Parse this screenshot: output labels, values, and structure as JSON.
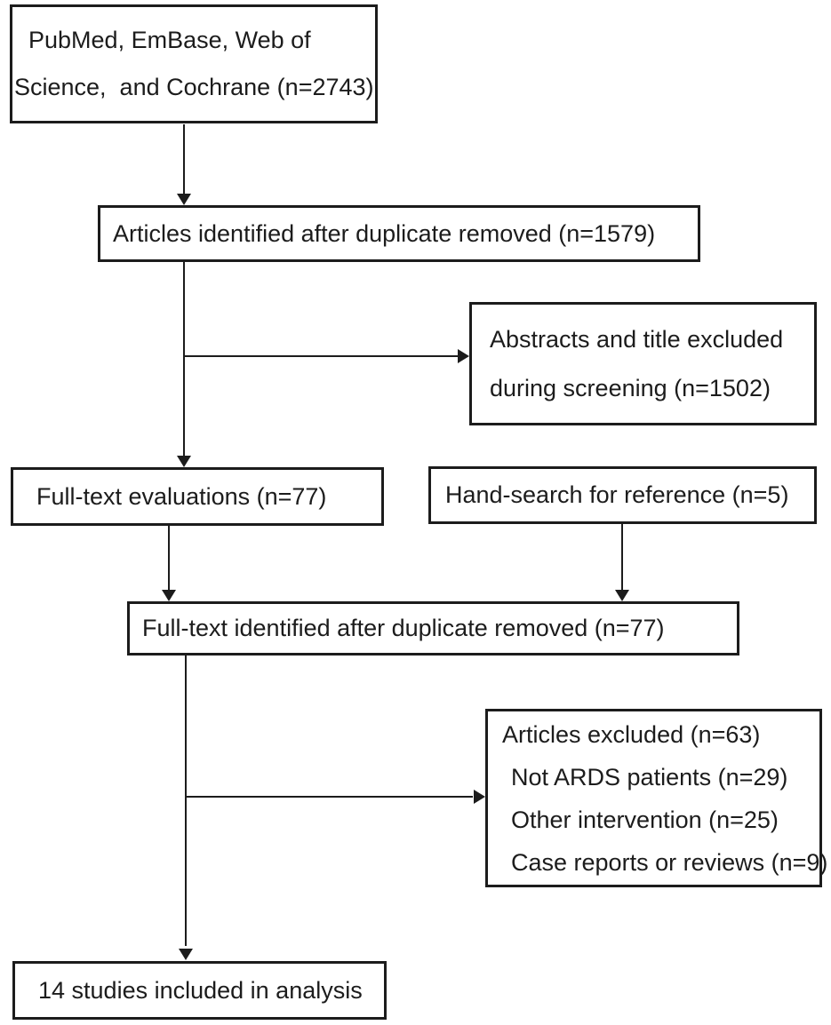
{
  "figure": {
    "type": "flowchart",
    "background_color": "#ffffff",
    "line_color": "#1c1c1c",
    "boxes": {
      "sources": {
        "lines": [
          "PubMed, EmBase, Web of",
          "Science,  and Cochrane (n=2743)"
        ]
      },
      "deduplicated": {
        "text": "Articles identified after duplicate removed (n=1579)"
      },
      "abstracts_excluded": {
        "lines": [
          "Abstracts and title excluded",
          "during screening (n=1502)"
        ]
      },
      "fulltext_evaluations": {
        "text": "Full-text evaluations (n=77)"
      },
      "hand_search": {
        "text": "Hand-search for reference (n=5)"
      },
      "fulltext_identified": {
        "text": "Full-text identified after duplicate removed (n=77)"
      },
      "articles_excluded": {
        "lines": [
          "Articles excluded (n=63)",
          "Not ARDS patients (n=29)",
          "Other intervention (n=25)",
          "Case reports or reviews (n=9)"
        ]
      },
      "included": {
        "text": "14 studies included in analysis"
      }
    },
    "counts": {
      "records_identified": 2743,
      "after_duplicates_removed": 1579,
      "excluded_during_screening": 1502,
      "fulltext_evaluations": 77,
      "hand_search_references": 5,
      "fulltext_after_duplicates": 77,
      "articles_excluded": 63,
      "not_ards_patients": 29,
      "other_intervention": 25,
      "case_reports_or_reviews": 9,
      "studies_included": 14
    }
  }
}
